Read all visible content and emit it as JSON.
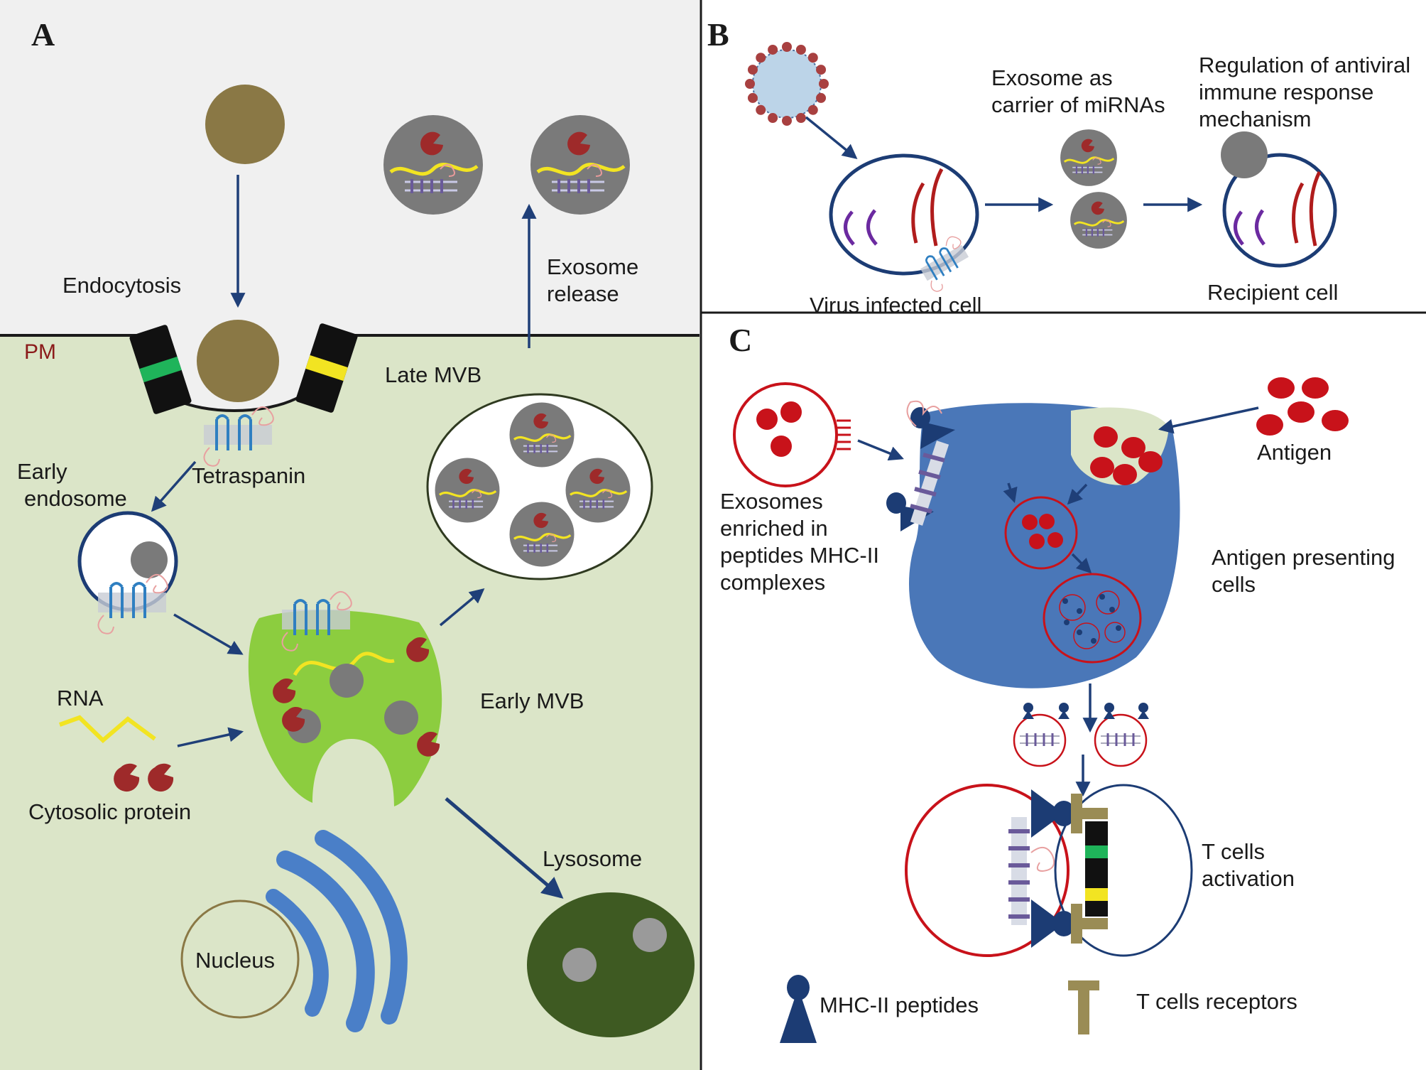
{
  "panels": {
    "a": {
      "letter": "A",
      "labels": {
        "endocytosis": "Endocytosis",
        "pm": "PM",
        "exosome_release_1": "Exosome",
        "exosome_release_2": "release",
        "late_mvb": "Late MVB",
        "early_endosome_1": "Early",
        "early_endosome_2": "endosome",
        "tetraspanin": "Tetraspanin",
        "rna": "RNA",
        "early_mvb": "Early MVB",
        "cytosolic_protein": "Cytosolic protein",
        "lysosome": "Lysosome",
        "nucleus": "Nucleus"
      }
    },
    "b": {
      "letter": "B",
      "labels": {
        "exosome_carrier_1": "Exosome as",
        "exosome_carrier_2": "carrier of miRNAs",
        "regulation_1": "Regulation of antiviral",
        "regulation_2": "immune response",
        "regulation_3": "mechanism",
        "virus_infected_cell": "Virus infected cell",
        "recipient_cell": "Recipient cell"
      }
    },
    "c": {
      "letter": "C",
      "labels": {
        "antigen": "Antigen",
        "exosomes_enriched_1": "Exosomes",
        "exosomes_enriched_2": "enriched in",
        "exosomes_enriched_3": "peptides MHC-II",
        "exosomes_enriched_4": "complexes",
        "apc_1": "Antigen presenting",
        "apc_2": "cells",
        "t_activation_1": "T cells",
        "t_activation_2": "activation",
        "mhc_peptides": "MHC-II peptides",
        "t_receptors": "T cells receptors"
      }
    }
  },
  "colors": {
    "panel_a_top_bg": "#f0f0f0",
    "panel_a_cell_bg": "#dbe5c8",
    "arrow": "#1f3f78",
    "tan_particle": "#8a7845",
    "exosome_gray": "#7a7a7a",
    "protein_red": "#9e2a2a",
    "rna_yellow": "#f2e422",
    "early_mvb_green": "#8ccd3f",
    "lysosome_green": "#3e5a22",
    "golgi_blue": "#4a7fc8",
    "apc_blue": "#4a77b8",
    "antigen_red": "#c8121a",
    "dark_blue": "#1c3c74",
    "receptor_tan": "#9a8c55",
    "band_green": "#1fb45a",
    "band_yellow": "#f2e422",
    "pm_label": "#8b1a1a"
  }
}
